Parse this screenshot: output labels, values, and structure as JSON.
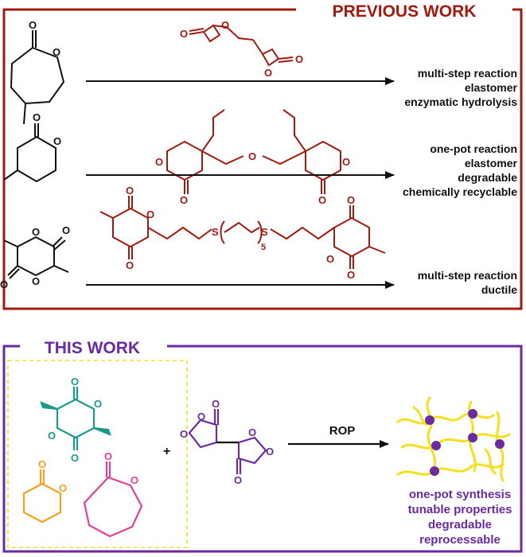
{
  "colors": {
    "previous_accent": "#a01a10",
    "this_accent": "#6a2aa0",
    "teal": "#1a9a8a",
    "orange": "#f5a020",
    "pink": "#e0409a",
    "yellow": "#f5e020",
    "black": "#111111"
  },
  "previous": {
    "title": "PREVIOUS WORK",
    "rows": [
      {
        "notes": [
          "multi-step reaction",
          "elastomer",
          "enzymatic hydrolysis"
        ]
      },
      {
        "notes": [
          "one-pot reaction",
          "elastomer",
          "degradable",
          "chemically recyclable"
        ]
      },
      {
        "notes": [
          "multi-step reaction",
          "ductile"
        ]
      }
    ],
    "subscript": "5"
  },
  "this": {
    "title": "THIS WORK",
    "plus": "+",
    "arrow_label": "ROP",
    "outcomes": [
      "one-pot synthesis",
      "tunable properties",
      "degradable",
      "reprocessable"
    ]
  },
  "atoms": {
    "o": "O",
    "s": "S"
  }
}
